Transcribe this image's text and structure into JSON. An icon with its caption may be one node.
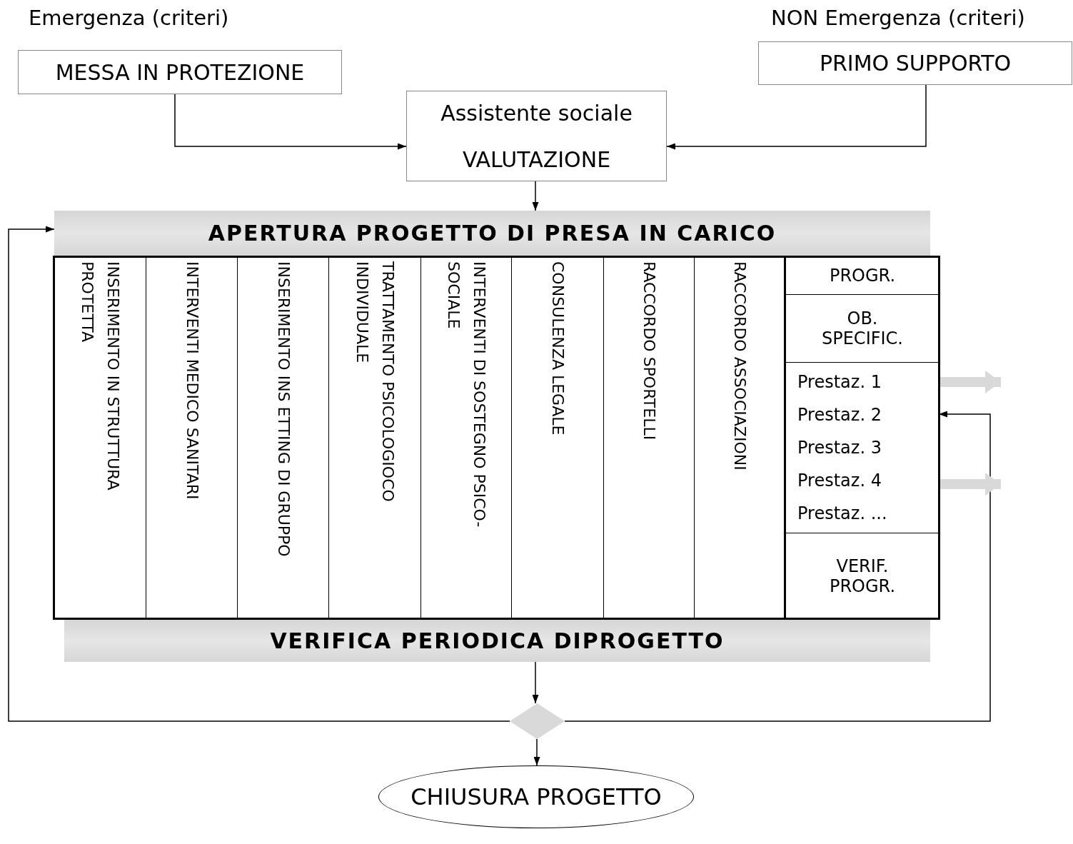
{
  "diagram": {
    "nodes": [
      {
        "text": [
          "Emergenza (criteri)",
          "MESSA IN PROTEZIONE"
        ]
      },
      {
        "text": [
          "NON Emergenza (criteri)",
          "PRIMO SUPPORTO"
        ]
      },
      {
        "text": [
          "Assistente sociale",
          "VALUTAZIONE"
        ]
      },
      {
        "text": [
          "APERTURA PROGETTO DI PRESA IN CARICO"
        ]
      },
      {
        "text": [
          "INSERIMENTO IN STRUTTURA PROTETTA"
        ]
      },
      {
        "text": [
          "INTERVENTI MEDICO SANITARI"
        ]
      },
      {
        "text": [
          "INSERIMENTO INS ETTING DI GRUPPO"
        ]
      },
      {
        "text": [
          "TRATTAMENTO PSICOLOGIOCO INDIVIDUALE"
        ]
      },
      {
        "text": [
          "INTERVENTI DI SOSTEGNO PSICO-SOCIALE"
        ]
      },
      {
        "text": [
          "CONSULENZA LEGALE"
        ]
      },
      {
        "text": [
          "RACCORDO SPORTELLI"
        ]
      },
      {
        "text": [
          "RACCORDO ASSOCIAZIONI"
        ]
      },
      {
        "text": [
          "PROGR."
        ]
      },
      {
        "text": [
          "OB. SPECIFIC."
        ]
      },
      {
        "text": [
          "Prestaz. 1",
          "Prestaz. 2",
          "Prestaz. 3",
          "Prestaz. 4",
          "Prestaz. ..."
        ]
      },
      {
        "text": [
          "VERIF. PROGR."
        ]
      },
      {
        "text": [
          "VERIFICA PERIODICA DIPROGETTO"
        ]
      },
      {
        "text": [],
        "shape": "diamond"
      },
      {
        "text": [
          "CHIUSURA PROGETTO"
        ]
      }
    ],
    "edges": [
      {
        "from": 0,
        "to": 2,
        "arrow": "to"
      },
      {
        "from": 1,
        "to": 2,
        "arrow": "to"
      },
      {
        "from": 2,
        "to": 3,
        "arrow": "to"
      },
      {
        "from": 16,
        "to": 17,
        "arrow": "to"
      },
      {
        "from": 17,
        "to": 18,
        "arrow": "to"
      },
      {
        "from": 17,
        "to": 3,
        "arrow": "to"
      },
      {
        "from": 17,
        "to": 14,
        "arrow": "to"
      },
      {
        "from": 14,
        "to": null,
        "arrow": "to",
        "style": "thick",
        "color": "#d9d9d9"
      },
      {
        "from": 14,
        "to": null,
        "arrow": "to",
        "style": "thick",
        "color": "#d9d9d9"
      }
    ]
  }
}
